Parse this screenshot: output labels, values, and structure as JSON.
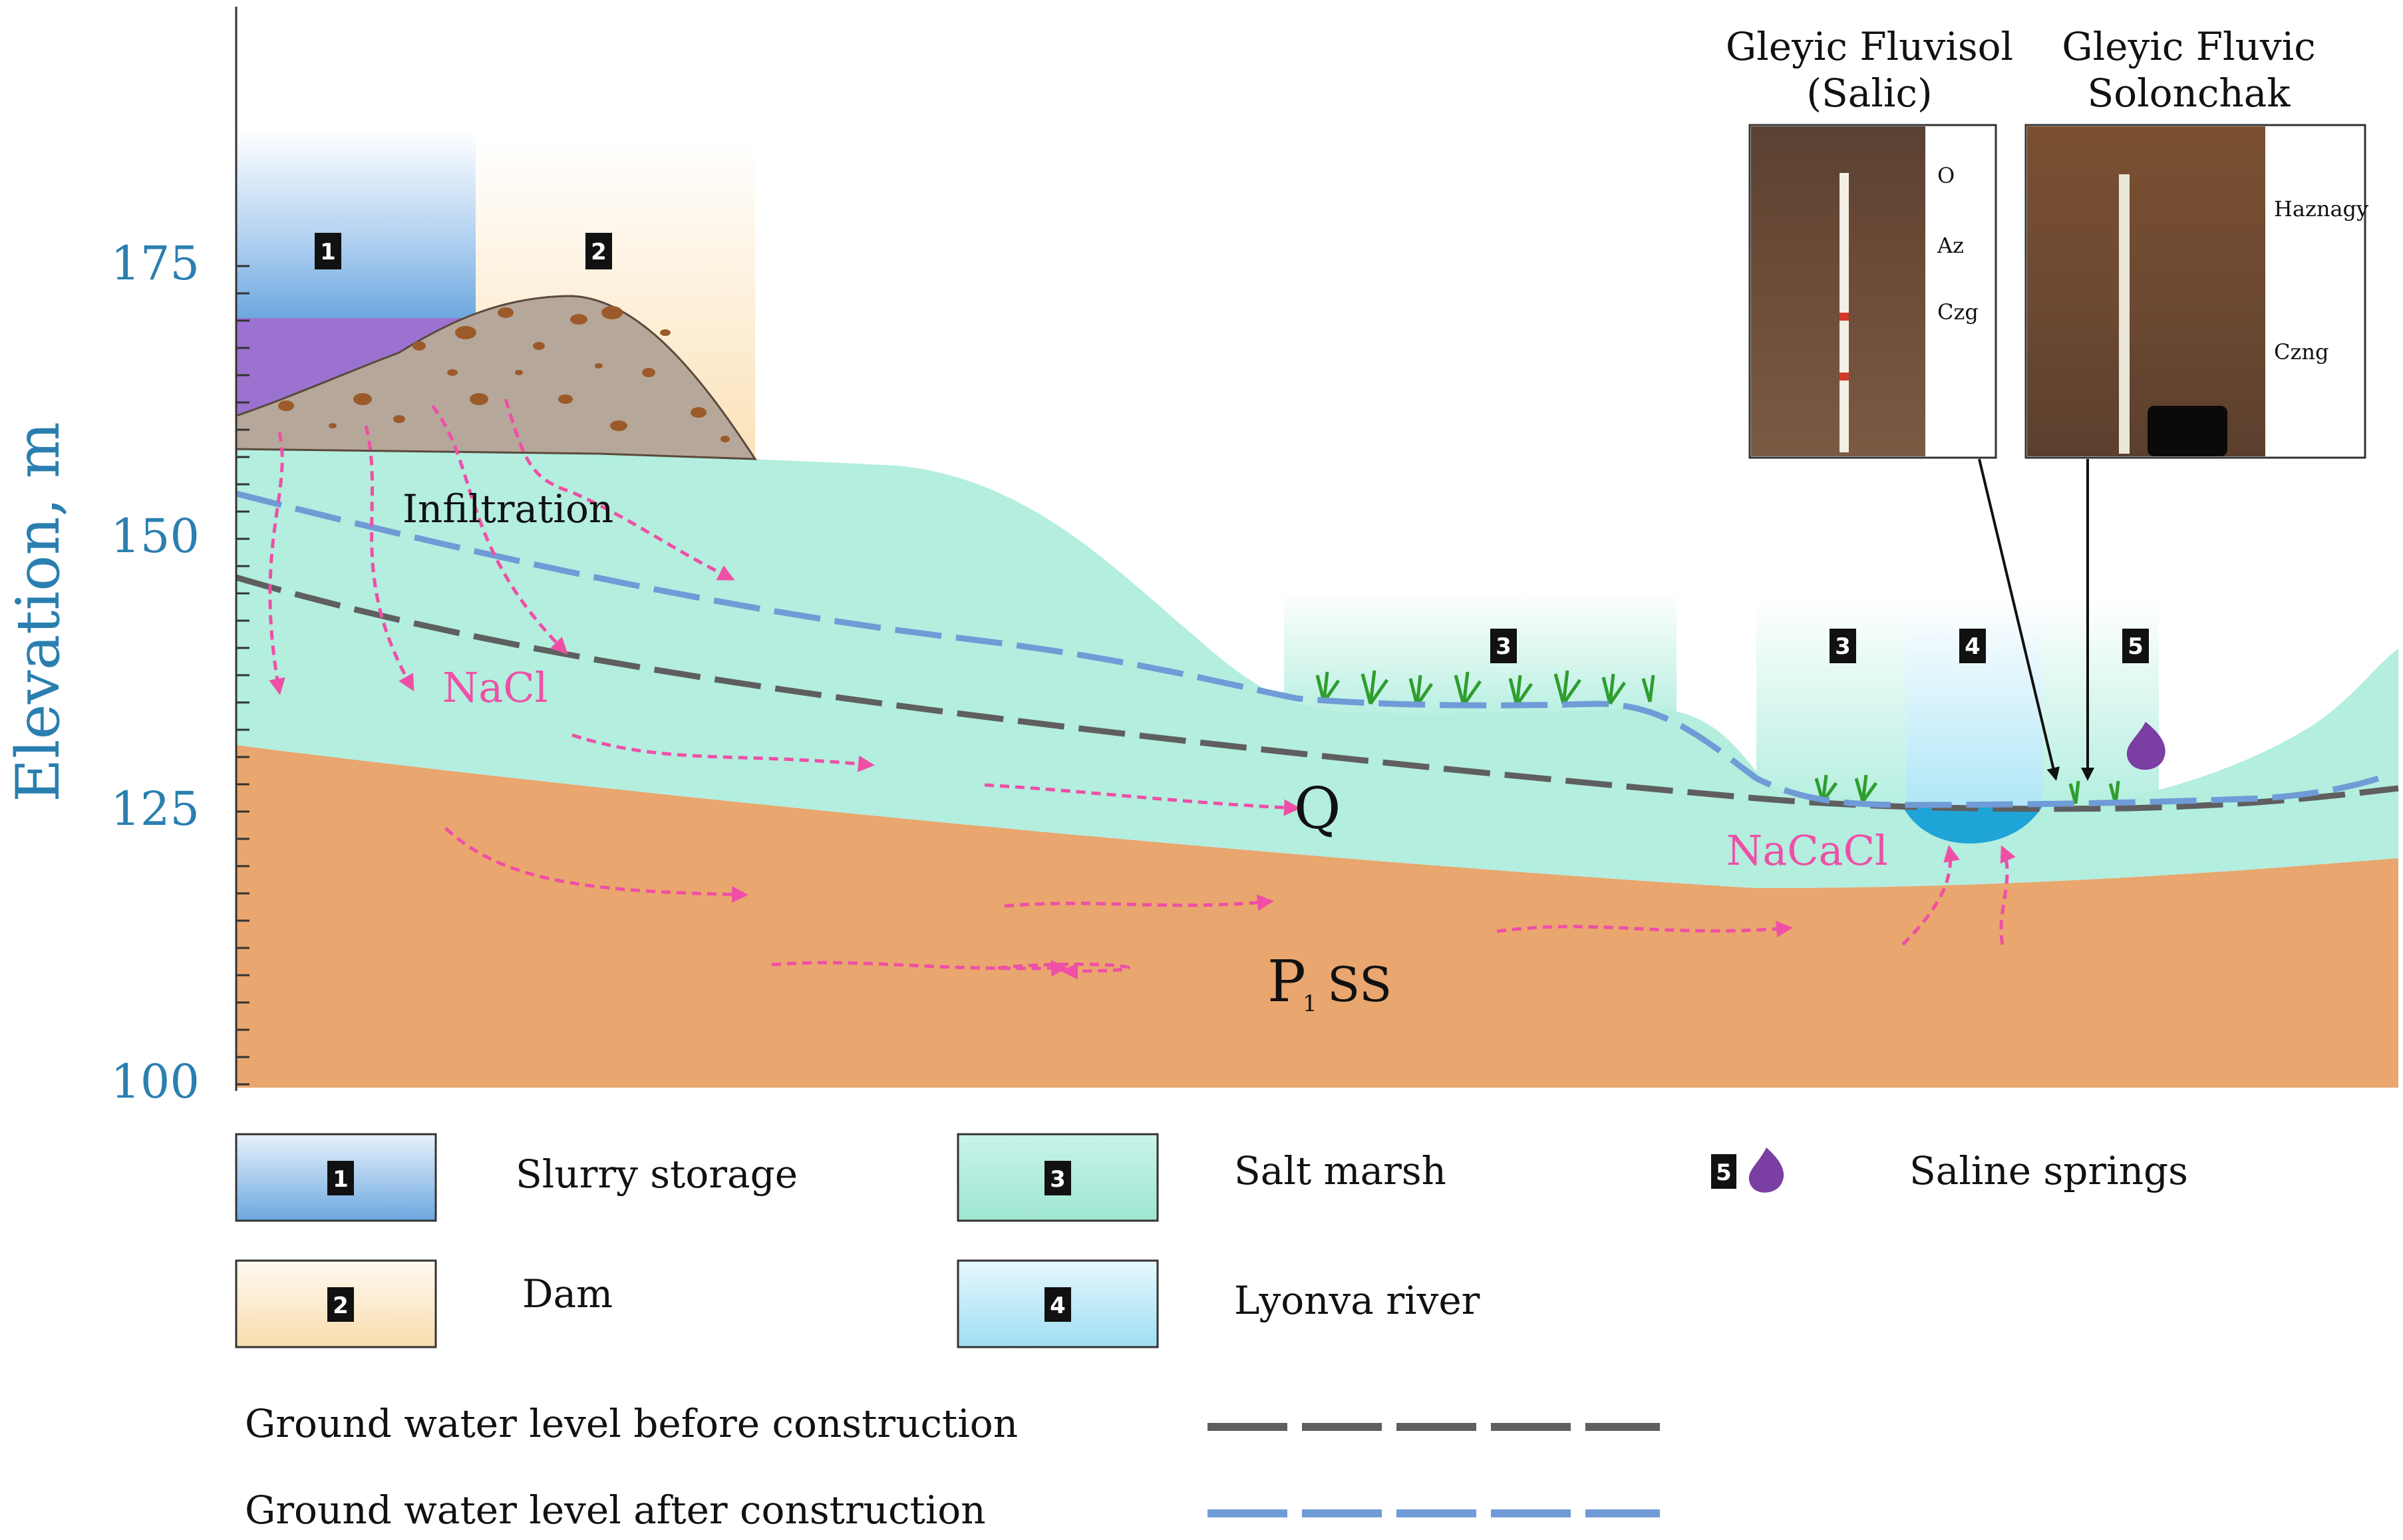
{
  "axis": {
    "ylabel": "Elevation, m",
    "ticks": [
      "175",
      "150",
      "125",
      "100"
    ],
    "color": "#2a7fb0"
  },
  "zones": [
    {
      "number": "1",
      "label": "Slurry storage"
    },
    {
      "number": "2",
      "label": "Dam"
    },
    {
      "number": "3",
      "label": "Salt marsh"
    },
    {
      "number": "4",
      "label": "Lyonva river"
    },
    {
      "number": "5",
      "label": "Saline springs"
    }
  ],
  "diagram_labels": {
    "infiltration": "Infiltration",
    "nacl": "NaCl",
    "nacacl": "NaCaCl",
    "q_layer": "Q",
    "p_layer_main": "P",
    "p_layer_sub": "1",
    "p_layer_suffix": "SS"
  },
  "soil_profiles": [
    {
      "title_line1": "Gleyic Fluvisol",
      "title_line2": "(Salic)",
      "horizons": [
        "O",
        "Az",
        "Czg"
      ]
    },
    {
      "title_line1": "Gleyic Fluvic",
      "title_line2": "Solonchak",
      "horizons": [
        "Haznagy",
        "Czng"
      ]
    }
  ],
  "water_lines": [
    {
      "label": "Ground water level before construction",
      "color": "#5f5f5f"
    },
    {
      "label": "Ground water level after construction",
      "color": "#6f9bd6"
    }
  ],
  "colors": {
    "soil_q": "#b3eedf",
    "bedrock": "#e9a66e",
    "slurry_top": "#bcd9f3",
    "slurry_pool": "#9b72cf",
    "dam": "#b5a89a",
    "flow": "#ef4fa6",
    "river": "#1fa4d8",
    "spring": "#7b3ea3"
  }
}
